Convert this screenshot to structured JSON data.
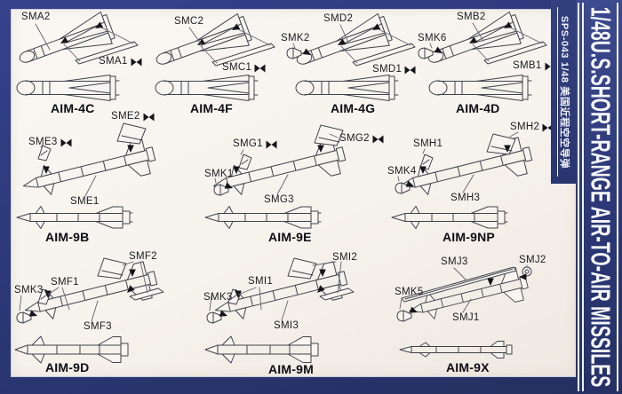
{
  "sheet": {
    "series_title": "1/48U.S.SHORT-RANGE AIR-TO-AIR MISSILES",
    "product_code": "SPS-043 1/48 美国近程空空导弹"
  },
  "colors": {
    "frame_navy": "#2c3877",
    "sheet_white": "#f7f3ee",
    "line_ink": "#41434c",
    "marker_black": "#14141a"
  },
  "groups": [
    {
      "name": "AIM-4C",
      "parts": [
        {
          "label": "SMA2",
          "marker": false
        },
        {
          "label": "SMA1",
          "marker": true
        }
      ]
    },
    {
      "name": "AIM-4F",
      "parts": [
        {
          "label": "SMC2",
          "marker": false
        },
        {
          "label": "SMC1",
          "marker": true
        }
      ]
    },
    {
      "name": "AIM-4G",
      "parts": [
        {
          "label": "SMK2",
          "marker": false
        },
        {
          "label": "SMD2",
          "marker": false
        },
        {
          "label": "SMD1",
          "marker": true
        }
      ]
    },
    {
      "name": "AIM-4D",
      "parts": [
        {
          "label": "SMK6",
          "marker": false
        },
        {
          "label": "SMB2",
          "marker": false
        },
        {
          "label": "SMB1",
          "marker": true
        }
      ]
    },
    {
      "name": "AIM-9B",
      "parts": [
        {
          "label": "SME2",
          "marker": true
        },
        {
          "label": "SME3",
          "marker": true
        },
        {
          "label": "SME1",
          "marker": false
        }
      ]
    },
    {
      "name": "AIM-9E",
      "parts": [
        {
          "label": "SMG1",
          "marker": true
        },
        {
          "label": "SMG2",
          "marker": true
        },
        {
          "label": "SMK1",
          "marker": false
        },
        {
          "label": "SMG3",
          "marker": false
        }
      ]
    },
    {
      "name": "AIM-9NP",
      "parts": [
        {
          "label": "SMH1",
          "marker": false
        },
        {
          "label": "SMH2",
          "marker": true
        },
        {
          "label": "SMK4",
          "marker": false
        },
        {
          "label": "SMH3",
          "marker": false
        }
      ]
    },
    {
      "name": "AIM-9D",
      "parts": [
        {
          "label": "SMF2",
          "marker": false
        },
        {
          "label": "SMF1",
          "marker": false
        },
        {
          "label": "SMK3",
          "marker": false
        },
        {
          "label": "SMF3",
          "marker": false
        }
      ]
    },
    {
      "name": "AIM-9M",
      "parts": [
        {
          "label": "SMI2",
          "marker": false
        },
        {
          "label": "SMI1",
          "marker": false
        },
        {
          "label": "SMK3",
          "marker": false
        },
        {
          "label": "SMI3",
          "marker": false
        }
      ]
    },
    {
      "name": "AIM-9X",
      "parts": [
        {
          "label": "SMJ3",
          "marker": false
        },
        {
          "label": "SMJ2",
          "marker": false
        },
        {
          "label": "SMK5",
          "marker": false
        },
        {
          "label": "SMJ1",
          "marker": false
        }
      ]
    }
  ]
}
